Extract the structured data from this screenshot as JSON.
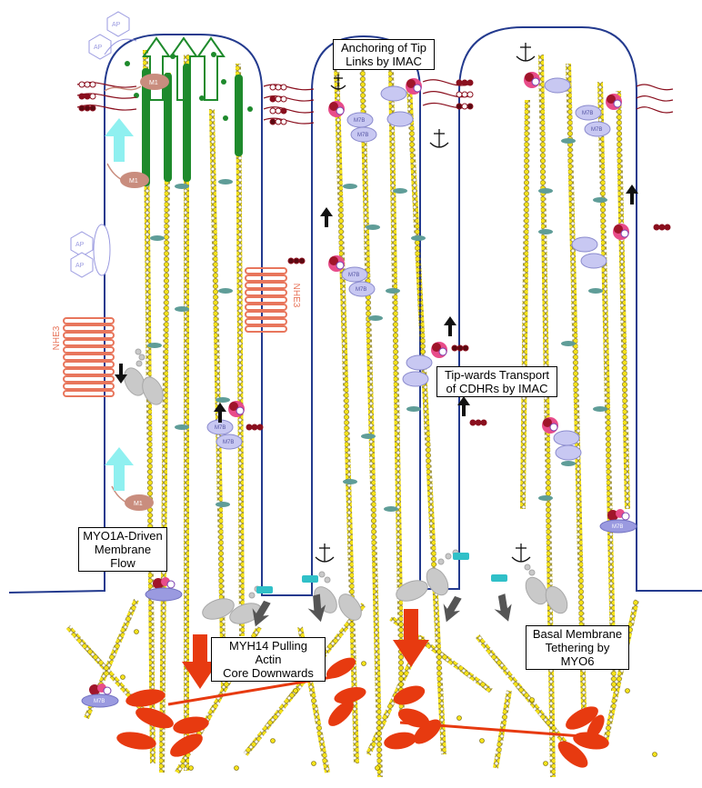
{
  "labels": {
    "anchoring": [
      "Anchoring of Tip",
      "Links by IMAC"
    ],
    "tipwards": [
      "Tip-wards Transport",
      "of CDHRs by IMAC"
    ],
    "myo1a": [
      "MYO1A-Driven",
      "Membrane Flow"
    ],
    "myh14": [
      "MYH14 Pulling Actin",
      "Core Downwards"
    ],
    "basal": [
      "Basal Membrane",
      "Tethering by MYO6"
    ]
  },
  "protein_labels": {
    "nhe3": "NHE3",
    "ap": "AP",
    "m1": "M1",
    "m7b": "M7B"
  },
  "colors": {
    "membrane": "#233a8e",
    "actin_fill": "#f5e21b",
    "actin_stroke": "#6b5c00",
    "myosin_heavy": "#e73a10",
    "myo1a": "#c98d7e",
    "myo7b": "#c8c8f2",
    "myo6": "#c9c9c9",
    "nhe3": "#e8765c",
    "cdhr_link": "#8a0f1e",
    "flow_arrow": "#8ff0f0",
    "green_tip": "#1e8a2c",
    "crosslinker": "#5f9d98",
    "cyan_anchor": "#30c0c8",
    "down_arrow": "#555555"
  }
}
